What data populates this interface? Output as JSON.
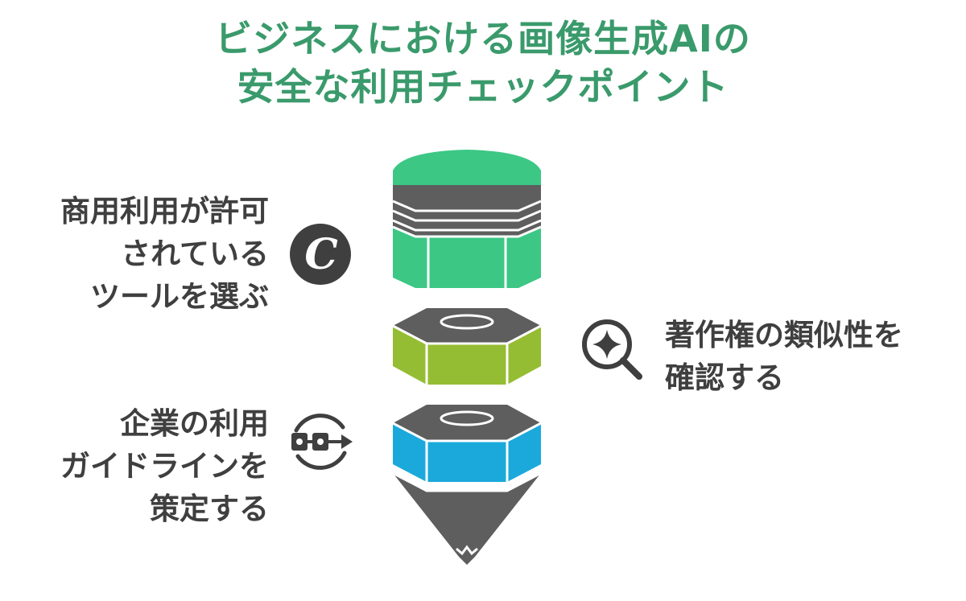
{
  "title": {
    "line1": "ビジネスにおける画像生成AIの",
    "line2": "安全な利用チェックポイント"
  },
  "items": [
    {
      "lines": [
        "商用利用が許可",
        "されている",
        "ツールを選ぶ"
      ],
      "icon": "copyright-icon",
      "color": "#3cc785"
    },
    {
      "lines": [
        "著作権の類似性を",
        "確認する"
      ],
      "icon": "magnifier-sparkle-icon",
      "color": "#95bd34"
    },
    {
      "lines": [
        "企業の利用",
        "ガイドラインを",
        "策定する"
      ],
      "icon": "workflow-cycle-icon",
      "color": "#1ba9db"
    }
  ],
  "colors": {
    "title": "#3a9a6b",
    "text": "#3f3f3f",
    "dark_gray": "#5e5e5e",
    "green": "#3cc785",
    "lime": "#95bd34",
    "blue": "#1ba9db"
  }
}
